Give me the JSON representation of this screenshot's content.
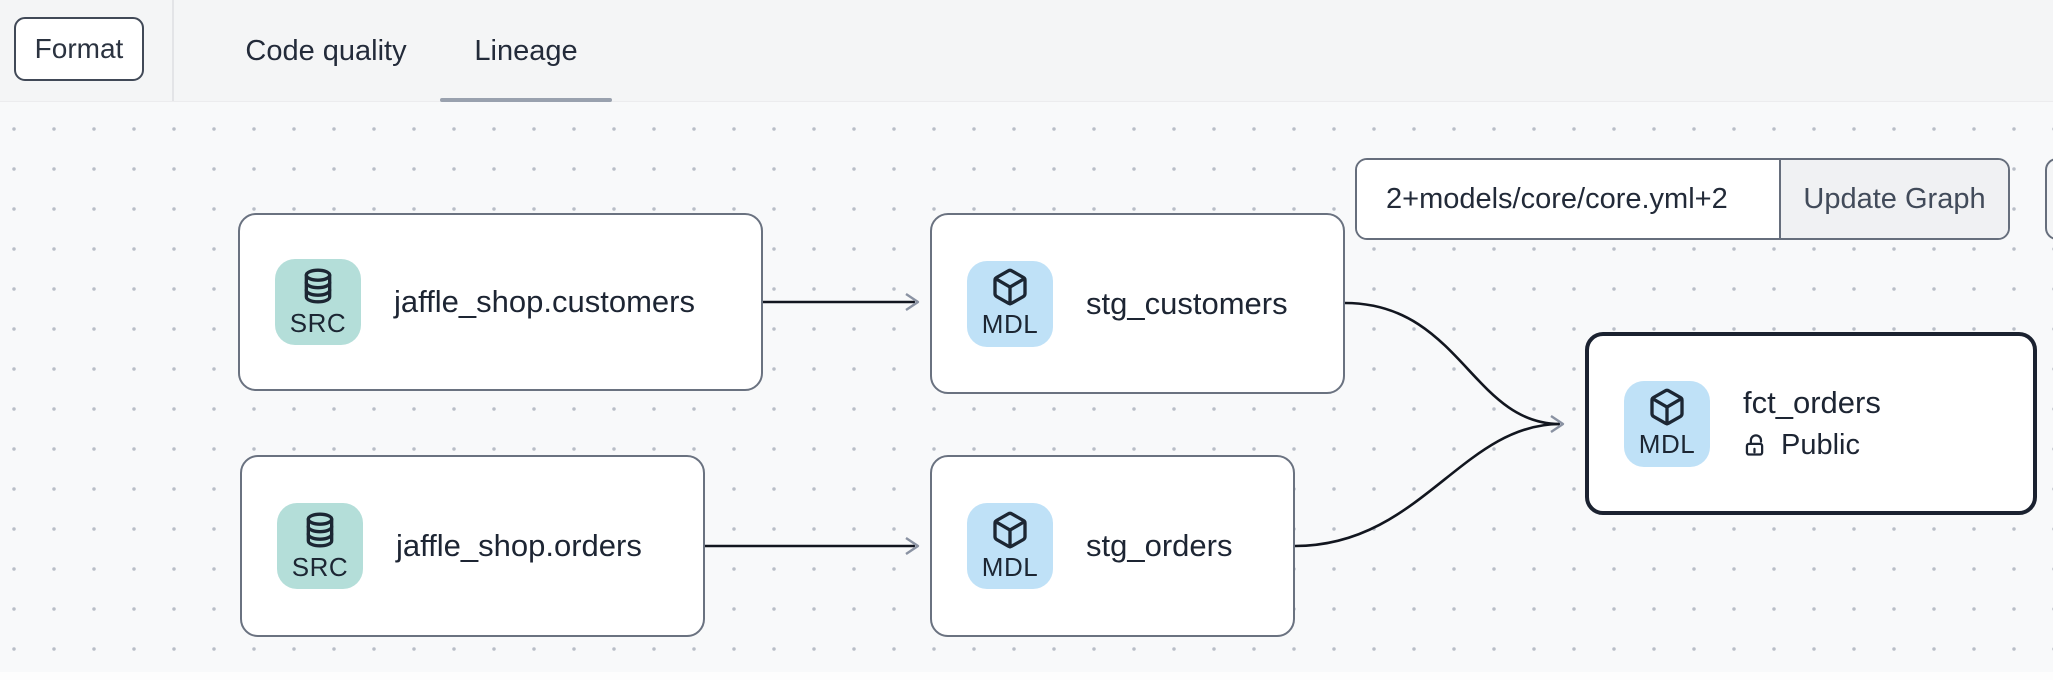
{
  "toolbar": {
    "format_label": "Format"
  },
  "tabs": [
    {
      "label": "Code quality",
      "active": false
    },
    {
      "label": "Lineage",
      "active": true
    }
  ],
  "lineage_controls": {
    "selector_value": "2+models/core/core.yml+2",
    "update_button_label": "Update Graph"
  },
  "graph": {
    "nodes": [
      {
        "id": "jaffle_shop.customers",
        "title": "jaffle_shop.customers",
        "type_label": "SRC",
        "type": "source",
        "icon": "database-icon",
        "selected": false
      },
      {
        "id": "stg_customers",
        "title": "stg_customers",
        "type_label": "MDL",
        "type": "model",
        "icon": "cube-icon",
        "selected": false
      },
      {
        "id": "jaffle_shop.orders",
        "title": "jaffle_shop.orders",
        "type_label": "SRC",
        "type": "source",
        "icon": "database-icon",
        "selected": false
      },
      {
        "id": "stg_orders",
        "title": "stg_orders",
        "type_label": "MDL",
        "type": "model",
        "icon": "cube-icon",
        "selected": false
      },
      {
        "id": "fct_orders",
        "title": "fct_orders",
        "type_label": "MDL",
        "type": "model",
        "icon": "cube-icon",
        "selected": true,
        "access_label": "Public",
        "access_icon": "unlock-icon"
      }
    ],
    "edges": [
      {
        "source": "jaffle_shop.customers",
        "target": "stg_customers"
      },
      {
        "source": "jaffle_shop.orders",
        "target": "stg_orders"
      },
      {
        "source": "stg_customers",
        "target": "fct_orders"
      },
      {
        "source": "stg_orders",
        "target": "fct_orders"
      }
    ]
  },
  "colors": {
    "source_badge_bg": "#b4ded9",
    "model_badge_bg": "#bfe1f7",
    "node_border": "#6a7280",
    "selected_node_border": "#1b2230",
    "edge_stroke": "#12161f",
    "arrowhead": "#8a92a2",
    "tab_underline": "#99a1ae",
    "topbar_bg": "#f4f5f6",
    "canvas_bg": "#f8f9fa",
    "canvas_dot": "#b9bec8",
    "update_button_bg": "#f0f1f3"
  }
}
